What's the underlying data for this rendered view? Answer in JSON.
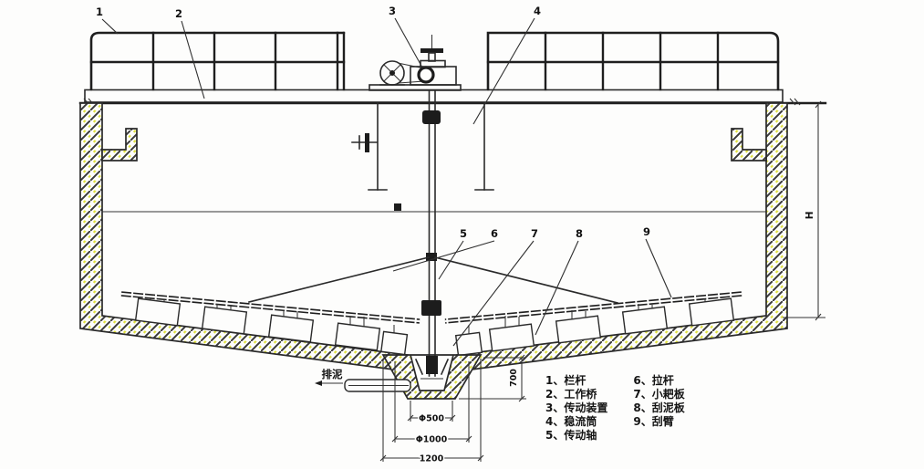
{
  "callouts": {
    "c1": "1",
    "c2": "2",
    "c3": "3",
    "c4": "4",
    "c5": "5",
    "c6": "6",
    "c7": "7",
    "c8": "8",
    "c9": "9"
  },
  "legend": {
    "left": [
      "1、栏杆",
      "2、工作桥",
      "3、传动装置",
      "4、稳流筒",
      "5、传动轴"
    ],
    "right": [
      "6、拉杆",
      "7、小耙板",
      "8、刮泥板",
      "9、刮臂"
    ]
  },
  "dimensions": {
    "inner_diameter": "Φ500",
    "mid_diameter": "Φ1000",
    "outer_width": "1200",
    "cone_depth": "700",
    "tank_height": "H"
  },
  "labels": {
    "sludge_discharge": "排泥"
  },
  "colors": {
    "line": "#2a2a2a",
    "hatch_yellow": "#dfe040",
    "paper": "#fdfdfc"
  }
}
